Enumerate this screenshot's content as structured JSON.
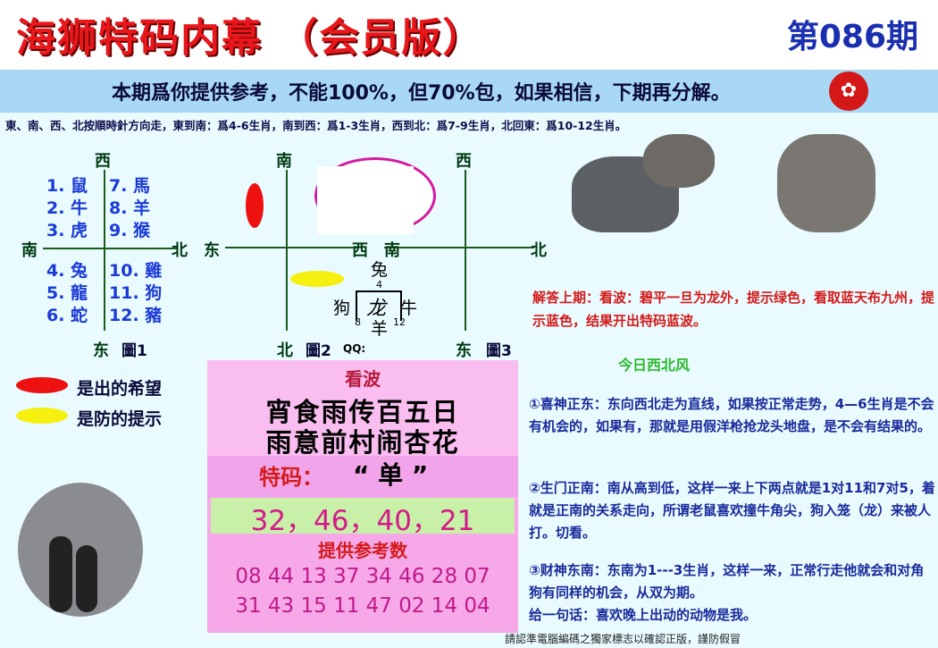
{
  "header": {
    "title": "海狮特码内幕 （会员版）",
    "issue": "第086期",
    "subtitle": "本期爲你提供参考，不能100%，但70%包，如果相信，下期再分解。",
    "rule": "東、南、西、北按順時針方向走，東到南：爲4-6生肖，南到西：爲1-3生肖，西到北：爲7-9生肖，北回東：爲10-12生肖。"
  },
  "diagram1": {
    "west": "西",
    "south": "南",
    "north": "北",
    "east": "东",
    "caption": "圖1",
    "left_items": [
      "1. 鼠",
      "2. 牛",
      "3. 虎",
      "4. 兔",
      "5. 龍",
      "6. 蛇"
    ],
    "right_items": [
      "7. 馬",
      "8. 羊",
      "9. 猴",
      "10. 雞",
      "11. 狗",
      "12. 豬"
    ]
  },
  "diagram2": {
    "south": "南",
    "east": "东",
    "west": "西",
    "north": "北",
    "caption": "圖2",
    "qq": "QQ:",
    "top_animal": "兔",
    "top_num": "4",
    "left_animal": "狗",
    "center_animal": "龙",
    "right_animal": "牛",
    "bottom_animal": "羊",
    "left_num": "8",
    "right_num": "12"
  },
  "diagram3": {
    "west": "西",
    "south": "南",
    "north": "北",
    "east": "东",
    "caption": "圖3"
  },
  "legend": {
    "red_text": "是出的希望",
    "yellow_text": "是防的提示",
    "red_color": "#ee1111",
    "yellow_color": "#f5f010"
  },
  "center_panel": {
    "kan_label": "看波",
    "poem_line1": "宵食雨传百五日",
    "poem_line2": "雨意前村闹杏花",
    "tema_label": "特码：",
    "tema_value": "“ 单 ”",
    "numbers": "32，46，40，21",
    "ref_label": "提供参考数",
    "ref_row1": "08  44  13  37  34  46  28  07",
    "ref_row2": "31  43  15  11  47  02  14  04"
  },
  "right_panel": {
    "jieda": "解答上期：看波：碧平一旦为龙外，提示绿色，看取蓝天布九州，提示蓝色，结果开出特码蓝波。",
    "wind": "今日西北风",
    "para1": "①喜神正东：东向西北走为直线，如果按正常走势，4—6生肖是不会有机会的，如果有，那就是用假洋枪抢龙头地盘，是不会有结果的。",
    "para2": "②生门正南：南从高到低，这样一来上下两点就是1对11和7对5，着就是正南的关系走向，所谓老鼠喜欢撞牛角尖，狗入笼（龙）来被人打。切看。",
    "para3": "③财神东南：东南为1---3生肖，这样一来，正常行走他就会和对角狗有同样的机会，从双为期。",
    "para4": "给一句话：喜欢晚上出动的动物是我。"
  },
  "footer": "請認準電腦編碼之獨家標志以確認正版，謹防假冒"
}
